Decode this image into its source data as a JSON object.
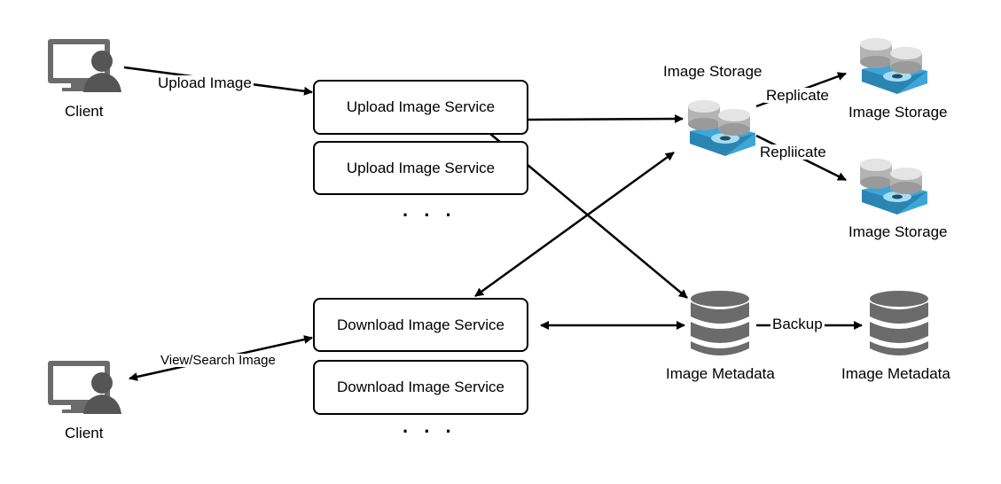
{
  "clients": {
    "top_label": "Client",
    "bottom_label": "Client"
  },
  "edges": {
    "upload_image": "Upload Image",
    "view_search_image": "View/Search Image",
    "replicate_1": "Replicate",
    "replicate_2": "Repliicate",
    "backup": "Backup"
  },
  "services": {
    "upload_1": "Upload Image Service",
    "upload_2": "Upload Image Service",
    "upload_more": ". . .",
    "download_1": "Download Image Service",
    "download_2": "Download Image Service",
    "download_more": ". . ."
  },
  "storage": {
    "primary_label": "Image Storage",
    "replica_1_label": "Image Storage",
    "replica_2_label": "Image Storage"
  },
  "metadata": {
    "primary_label": "Image Metadata",
    "backup_label": "Image Metadata"
  },
  "icons": [
    "monitor-user-icon",
    "storage-server-icon",
    "database-icon"
  ],
  "colors": {
    "icon_gray": "#6b6b6b",
    "storage_blue": "#3da6d8",
    "line": "#000000"
  }
}
